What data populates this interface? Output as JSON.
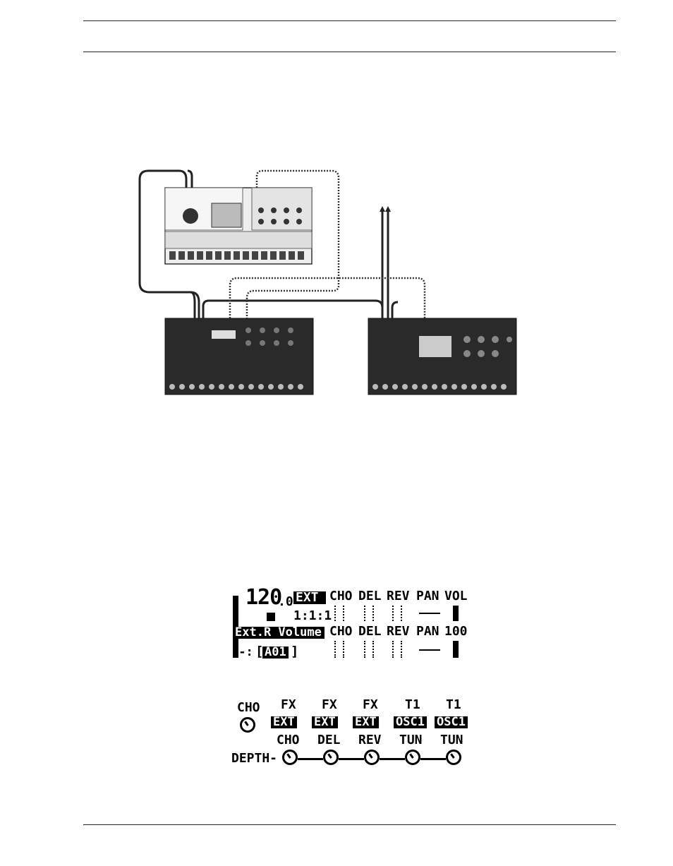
{
  "screen1": {
    "tempo": "120",
    "tempo_decimal": ".0",
    "clock_mode": "EXT",
    "position": "1:1:1",
    "top_labels": [
      "CHO",
      "DEL",
      "REV",
      "PAN",
      "VOL"
    ],
    "bottom_labels": [
      "CHO",
      "DEL",
      "REV",
      "PAN",
      "100"
    ],
    "parameter_name": "Ext.R Volume",
    "slot_prefix": "--:",
    "slot": "A01"
  },
  "screen2": {
    "left_label": "CHO",
    "sources": [
      "FX",
      "FX",
      "FX",
      "T1",
      "T1"
    ],
    "destinations": [
      "EXT",
      "EXT",
      "EXT",
      "OSC1",
      "OSC1"
    ],
    "params": [
      "CHO",
      "DEL",
      "REV",
      "TUN",
      "TUN"
    ],
    "row_label": "DEPTH-"
  }
}
